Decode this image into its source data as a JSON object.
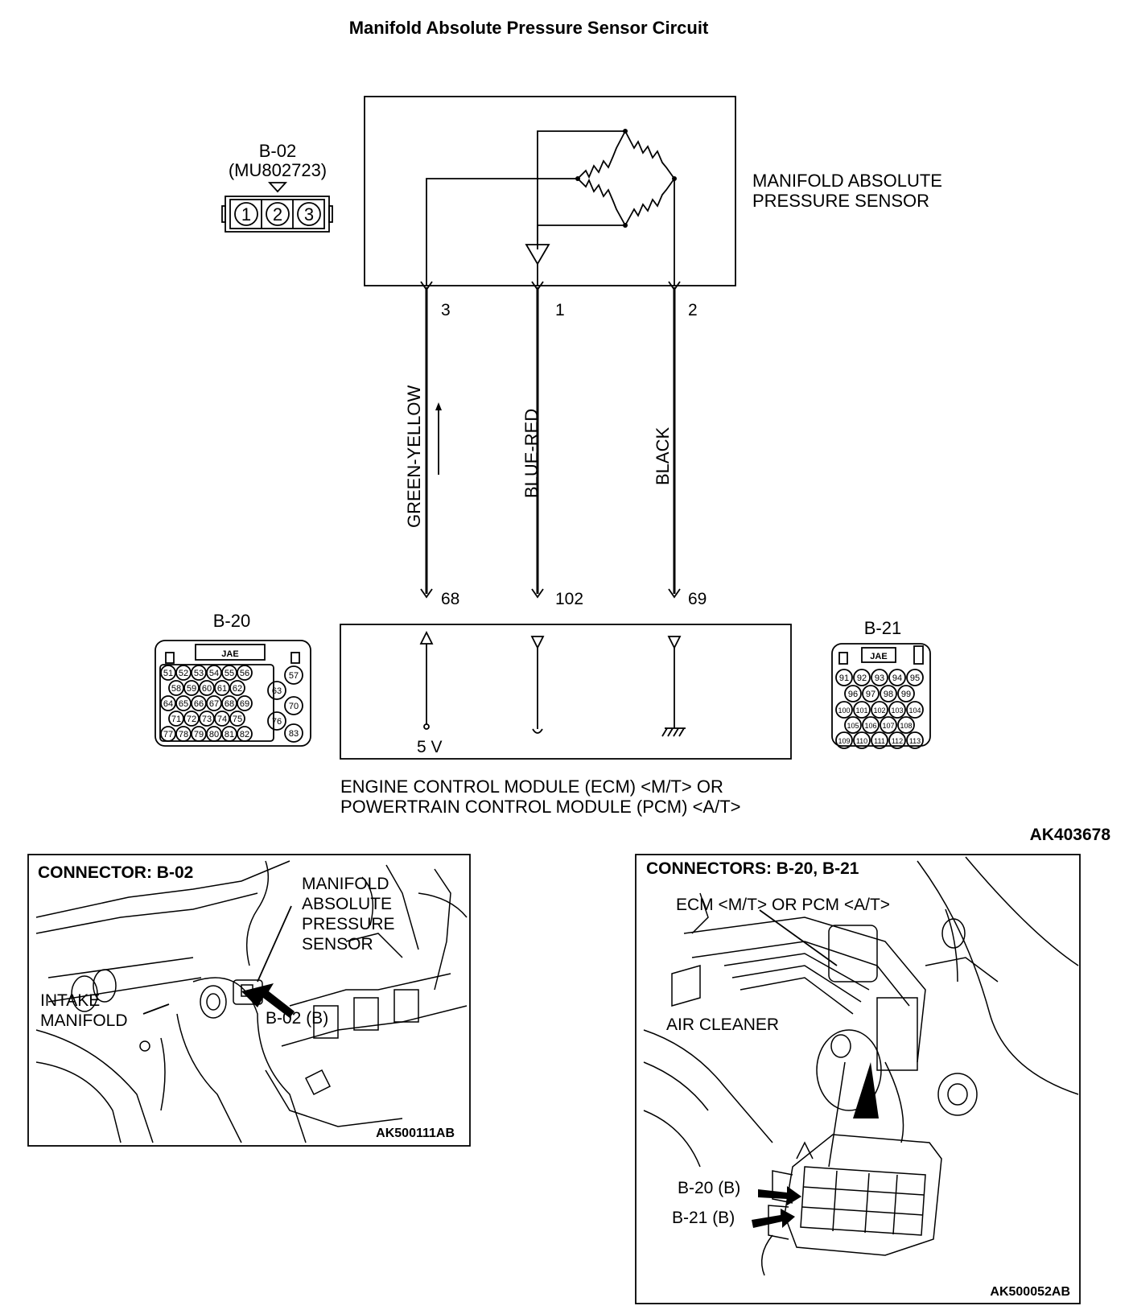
{
  "title": "Manifold Absolute Pressure Sensor Circuit",
  "sensor": {
    "label_line1": "MANIFOLD ABSOLUTE",
    "label_line2": "PRESSURE SENSOR"
  },
  "connector_b02": {
    "name": "B-02",
    "part_number": "(MU802723)",
    "pins": [
      "1",
      "2",
      "3"
    ]
  },
  "wires": [
    {
      "sensor_pin": "3",
      "color": "GREEN-YELLOW",
      "ecm_pin": "68"
    },
    {
      "sensor_pin": "1",
      "color": "BLUE-RED",
      "ecm_pin": "102"
    },
    {
      "sensor_pin": "2",
      "color": "BLACK",
      "ecm_pin": "69"
    }
  ],
  "ecm": {
    "supply_label": "5 V",
    "label_line1": "ENGINE CONTROL MODULE (ECM) <M/T> OR",
    "label_line2": "POWERTRAIN CONTROL MODULE (PCM) <A/T>"
  },
  "connector_b20": {
    "name": "B-20",
    "maker": "JAE",
    "row1": [
      "51",
      "52",
      "53",
      "54",
      "55",
      "56",
      "57"
    ],
    "row2": [
      "58",
      "59",
      "60",
      "61",
      "62",
      "63"
    ],
    "row3": [
      "64",
      "65",
      "66",
      "67",
      "68",
      "69",
      "70"
    ],
    "row4": [
      "71",
      "72",
      "73",
      "74",
      "75",
      "76"
    ],
    "row5": [
      "77",
      "78",
      "79",
      "80",
      "81",
      "82",
      "83"
    ]
  },
  "connector_b21": {
    "name": "B-21",
    "maker": "JAE",
    "row1": [
      "91",
      "92",
      "93",
      "94",
      "95"
    ],
    "row2": [
      "96",
      "97",
      "98",
      "99"
    ],
    "row3": [
      "100",
      "101",
      "102",
      "103",
      "104"
    ],
    "row4": [
      "105",
      "106",
      "107",
      "108"
    ],
    "row5": [
      "109",
      "110",
      "111",
      "112",
      "113"
    ]
  },
  "figure_code_top": "AK403678",
  "panel_left": {
    "heading": "CONNECTOR: B-02",
    "callout_line1": "MANIFOLD",
    "callout_line2": "ABSOLUTE",
    "callout_line3": "PRESSURE",
    "callout_line4": "SENSOR",
    "intake_line1": "INTAKE",
    "intake_line2": "MANIFOLD",
    "connector_callout": "B-02 (B)",
    "figure_code": "AK500111AB"
  },
  "panel_right": {
    "heading": "CONNECTORS: B-20, B-21",
    "ecm_callout": "ECM <M/T> OR PCM <A/T>",
    "air_cleaner": "AIR CLEANER",
    "callout_b20": "B-20 (B)",
    "callout_b21": "B-21 (B)",
    "figure_code": "AK500052AB"
  },
  "colors": {
    "ink": "#000000",
    "paper": "#ffffff"
  }
}
